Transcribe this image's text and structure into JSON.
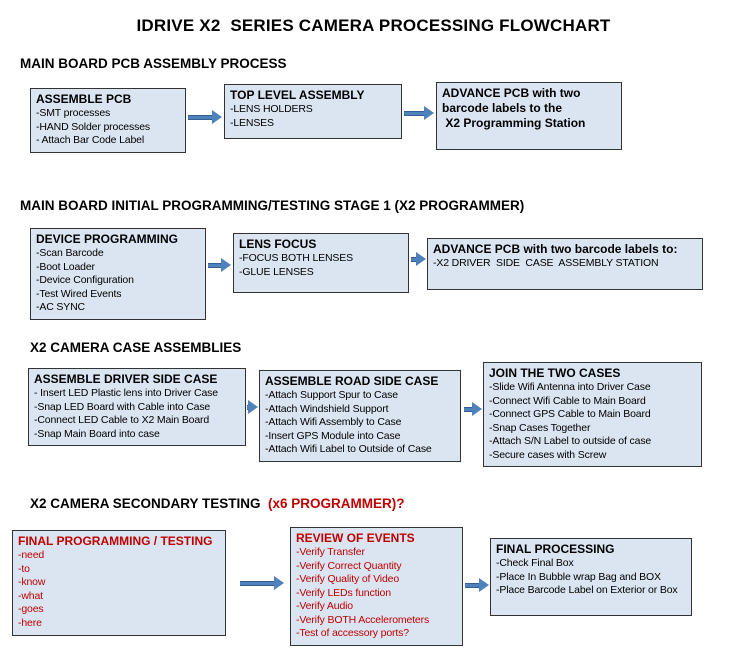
{
  "title": "IDRIVE X2  SERIES CAMERA PROCESSING FLOWCHART",
  "colors": {
    "box-fill": "#dbe5f1",
    "box-border": "#333333",
    "arrow-fill": "#4f81bd",
    "arrow-edge": "#365f91",
    "text-red": "#c00000"
  },
  "sections": [
    {
      "heading": "MAIN BOARD PCB ASSEMBLY PROCESS",
      "boxes": [
        {
          "title": "ASSEMBLE PCB",
          "items": [
            "-SMT processes",
            "-HAND Solder processes",
            "- Attach Bar Code Label"
          ]
        },
        {
          "title": "TOP LEVEL ASSEMBLY",
          "items": [
            "-LENS HOLDERS",
            "-LENSES"
          ]
        },
        {
          "title": "ADVANCE PCB with two\nbarcode labels to the\n X2 Programming Station",
          "items": []
        }
      ]
    },
    {
      "heading": "MAIN BOARD INITIAL PROGRAMMING/TESTING STAGE 1 (X2 PROGRAMMER)",
      "boxes": [
        {
          "title": "DEVICE PROGRAMMING",
          "items": [
            "-Scan Barcode",
            "-Boot Loader",
            "-Device Configuration",
            "-Test Wired Events",
            "-AC SYNC"
          ]
        },
        {
          "title": "LENS FOCUS",
          "items": [
            "-FOCUS BOTH LENSES",
            "-GLUE LENSES"
          ]
        },
        {
          "title": "ADVANCE PCB with two barcode labels to:",
          "items": [
            "-X2 DRIVER  SIDE  CASE  ASSEMBLY STATION"
          ]
        }
      ]
    },
    {
      "heading": "X2 CAMERA CASE ASSEMBLIES",
      "boxes": [
        {
          "title": "ASSEMBLE DRIVER SIDE CASE",
          "items": [
            "- Insert LED Plastic lens into Driver Case",
            "-Snap LED Board with Cable into Case",
            "-Connect LED Cable to X2 Main Board",
            "-Snap Main Board into case"
          ]
        },
        {
          "title": "ASSEMBLE ROAD SIDE CASE",
          "items": [
            "-Attach Support Spur to Case",
            "-Attach Windshield Support",
            "-Attach Wifi Assembly to Case",
            "-Insert GPS Module into Case",
            "-Attach Wifi Label to Outside of Case"
          ]
        },
        {
          "title": "JOIN THE TWO CASES",
          "items": [
            "-Slide Wifi Antenna into Driver Case",
            "-Connect Wifi Cable to Main Board",
            "-Connect GPS Cable to Main Board",
            "-Snap Cases Together",
            "-Attach S/N Label to outside of case",
            "-Secure cases with Screw"
          ]
        }
      ]
    },
    {
      "heading": "X2 CAMERA SECONDARY TESTING  ",
      "heading_suffix": "(x6 PROGRAMMER)?",
      "boxes": [
        {
          "title": "FINAL PROGRAMMING / TESTING",
          "color": "red",
          "items": [
            "-need",
            "-to",
            "-know",
            "-what",
            "-goes",
            "-here"
          ]
        },
        {
          "title": "REVIEW OF EVENTS",
          "color": "red",
          "items": [
            "-Verify Transfer",
            "-Verify Correct Quantity",
            "-Verify Quality of Video",
            "-Verify LEDs function",
            "-Verify Audio",
            "-Verify BOTH Accelerometers",
            "-Test of accessory ports?"
          ]
        },
        {
          "title": "FINAL PROCESSING",
          "items": [
            "-Check Final Box",
            "-Place In Bubble wrap Bag and BOX",
            "-Place Barcode Label on Exterior or Box"
          ]
        }
      ]
    }
  ]
}
